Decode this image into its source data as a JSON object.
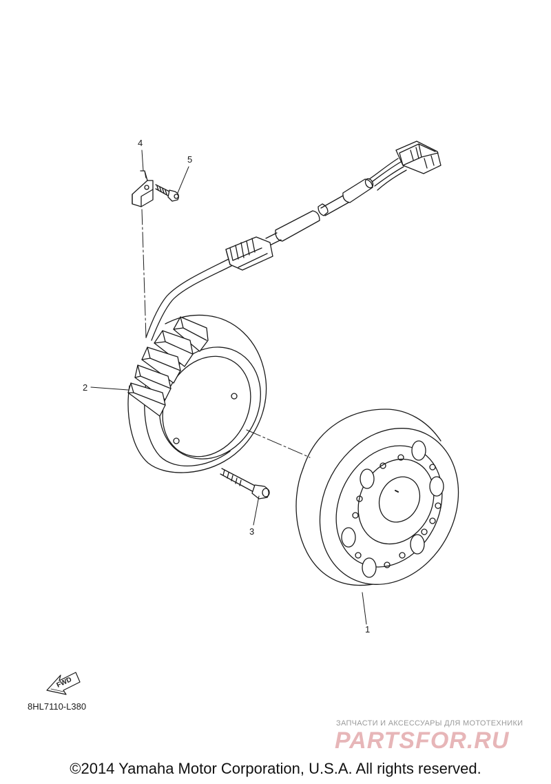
{
  "callouts": [
    "1",
    "2",
    "3",
    "4",
    "5"
  ],
  "fwd_label": "FWD",
  "diagram_code": "8HL7110-L380",
  "watermark_text": "ЗАПЧАСТИ И АКСЕССУАРЫ ДЛЯ МОТОТЕХНИКИ",
  "watermark_logo": "PARTSFOR.RU",
  "copyright": "©2014 Yamaha Motor Corporation, U.S.A. All rights reserved."
}
